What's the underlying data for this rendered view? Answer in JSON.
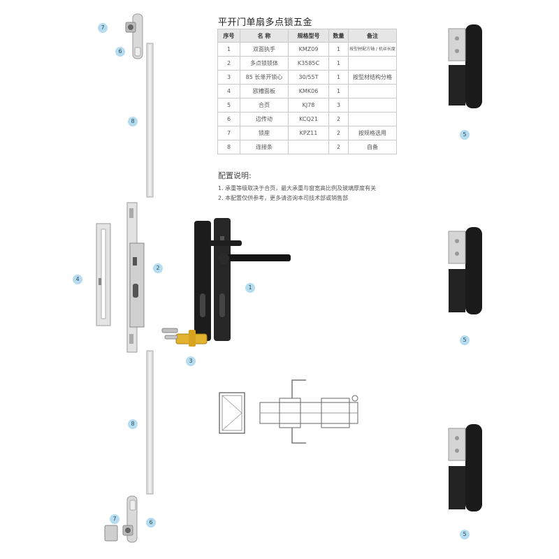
{
  "title": "平开门单扇多点锁五金",
  "table": {
    "headers": [
      "序号",
      "名 称",
      "规格型号",
      "数量",
      "备注"
    ],
    "rows": [
      [
        "1",
        "双面执手",
        "KMZ09",
        "1",
        "按型材配方轴 / 机丝长度"
      ],
      [
        "2",
        "多点锁锁体",
        "K3585C",
        "1",
        ""
      ],
      [
        "3",
        "85 长单开锁心",
        "30/55T",
        "1",
        "按型材结构分格"
      ],
      [
        "4",
        "欧槽面板",
        "KMK06",
        "1",
        ""
      ],
      [
        "5",
        "合页",
        "KJ78",
        "3",
        ""
      ],
      [
        "6",
        "边传动",
        "KCQ21",
        "2",
        ""
      ],
      [
        "7",
        "锁座",
        "KPZ11",
        "2",
        "按规格选用"
      ],
      [
        "8",
        "连接条",
        "",
        "2",
        "自备"
      ]
    ]
  },
  "notes": {
    "title": "配置说明:",
    "items": [
      "1. 承重等级取决于合页，最大承重与窗宽高比例及玻璃厚度有关",
      "2. 本配置仅供参考，更多请咨询本司技术部或销售部"
    ]
  },
  "callouts": {
    "c1": "1",
    "c2": "2",
    "c3": "3",
    "c4": "4",
    "c5a": "5",
    "c5b": "5",
    "c5c": "5",
    "c6a": "6",
    "c6b": "6",
    "c7a": "7",
    "c7b": "7",
    "c8a": "8",
    "c8b": "8"
  }
}
